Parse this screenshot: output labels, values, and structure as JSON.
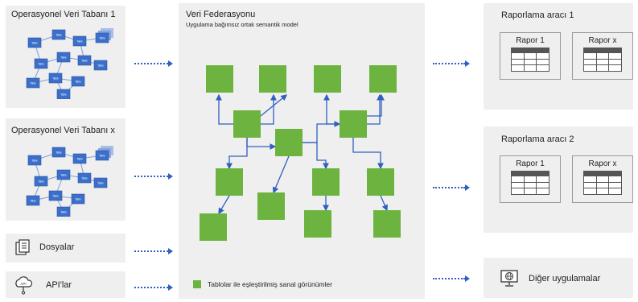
{
  "sources": {
    "db1_title": "Operasyonel Veri Tabanı 1",
    "dbx_title": "Operasyonel Veri Tabanı x",
    "files_label": "Dosyalar",
    "api_label": "API'lar",
    "db_node_label": "Table",
    "api_icon_label": "API"
  },
  "federation": {
    "title": "Veri Federasyonu",
    "subtitle": "Uygulama bağımsız ortak semantik model",
    "legend": "Tablolar ile eşleştirilmiş sanal görünümler",
    "node_color": "#6db33f",
    "edge_color": "#2f5fbf"
  },
  "reporting": {
    "tool1_title": "Raporlama aracı 1",
    "tool2_title": "Raporlama aracı 2",
    "report1": "Rapor 1",
    "reportx": "Rapor x",
    "other_apps": "Diğer uygulamalar"
  },
  "colors": {
    "panel_bg": "#efefef",
    "arrow": "#2f5fbf",
    "db_node": "#3b6fc9"
  },
  "icons": [
    "database-diagram-icon",
    "files-icon",
    "cloud-api-icon",
    "monitor-globe-icon",
    "table-icon"
  ]
}
